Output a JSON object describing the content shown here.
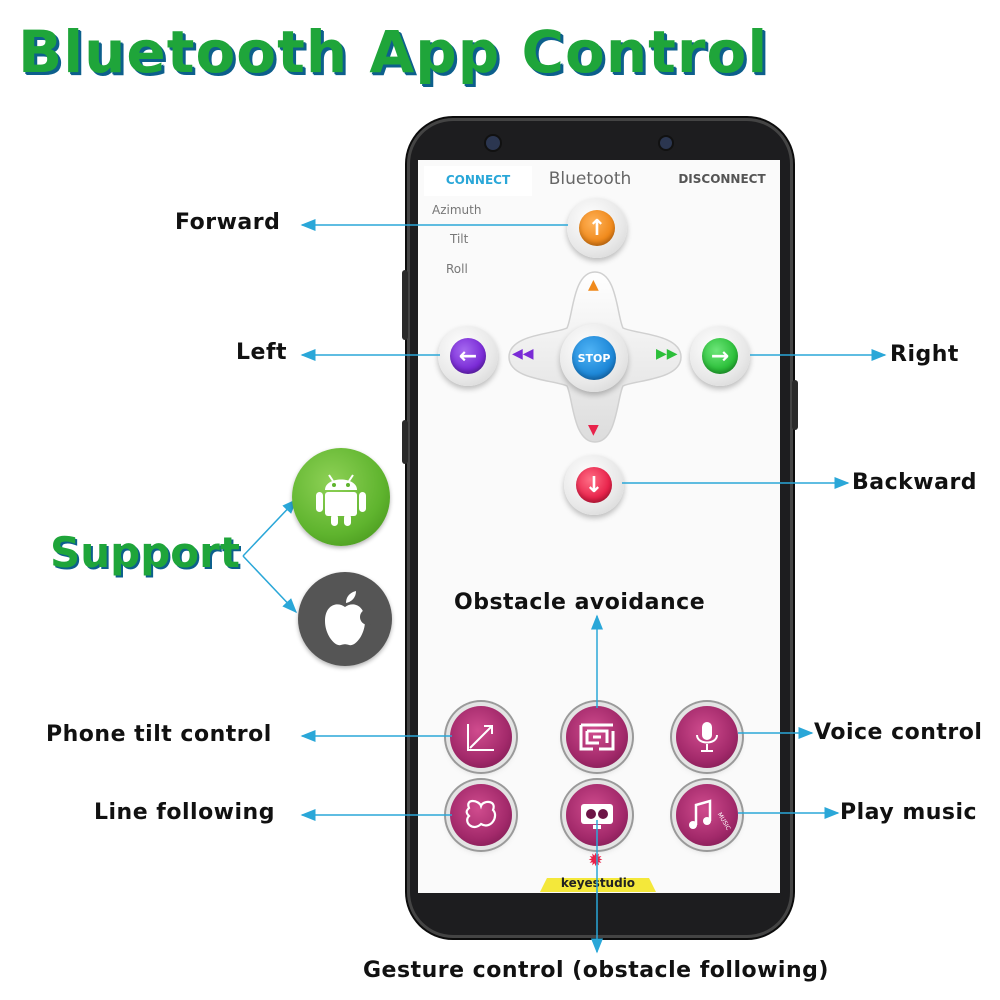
{
  "title": "Bluetooth App Control",
  "support_label": "Support",
  "app": {
    "connect_label": "CONNECT",
    "title": "Bluetooth",
    "disconnect_label": "DISCONNECT",
    "sensors": [
      "Azimuth",
      "Tilt",
      "Roll"
    ],
    "stop_label": "STOP",
    "brand": "keyestudio"
  },
  "callouts": {
    "forward": "Forward",
    "left": "Left",
    "right": "Right",
    "backward": "Backward",
    "obstacle_avoidance": "Obstacle avoidance",
    "phone_tilt": "Phone tilt control",
    "voice": "Voice control",
    "line_following": "Line following",
    "play_music": "Play music",
    "gesture": "Gesture control (obstacle following)"
  },
  "music_icon_text": "MUSIC",
  "colors": {
    "title_green": "#1fa53a",
    "title_shadow": "#0d5f8c",
    "arrow_line": "#2aa7d8",
    "forward": "#f08a1c",
    "left": "#7a2bd6",
    "right": "#2cbf3a",
    "backward": "#e8234b",
    "stop": "#1e88d8",
    "mode_pink": "#a2296a",
    "android": "#5fb42e",
    "apple": "#555555"
  },
  "icons": {
    "forward": "arrow-up-icon",
    "left": "arrow-left-icon",
    "right": "arrow-right-icon",
    "backward": "arrow-down-icon",
    "tilt": "tilt-icon",
    "maze": "maze-icon",
    "voice": "microphone-icon",
    "line": "line-track-icon",
    "gesture": "robot-face-icon",
    "music": "music-icon",
    "android": "android-icon",
    "apple": "apple-icon"
  }
}
